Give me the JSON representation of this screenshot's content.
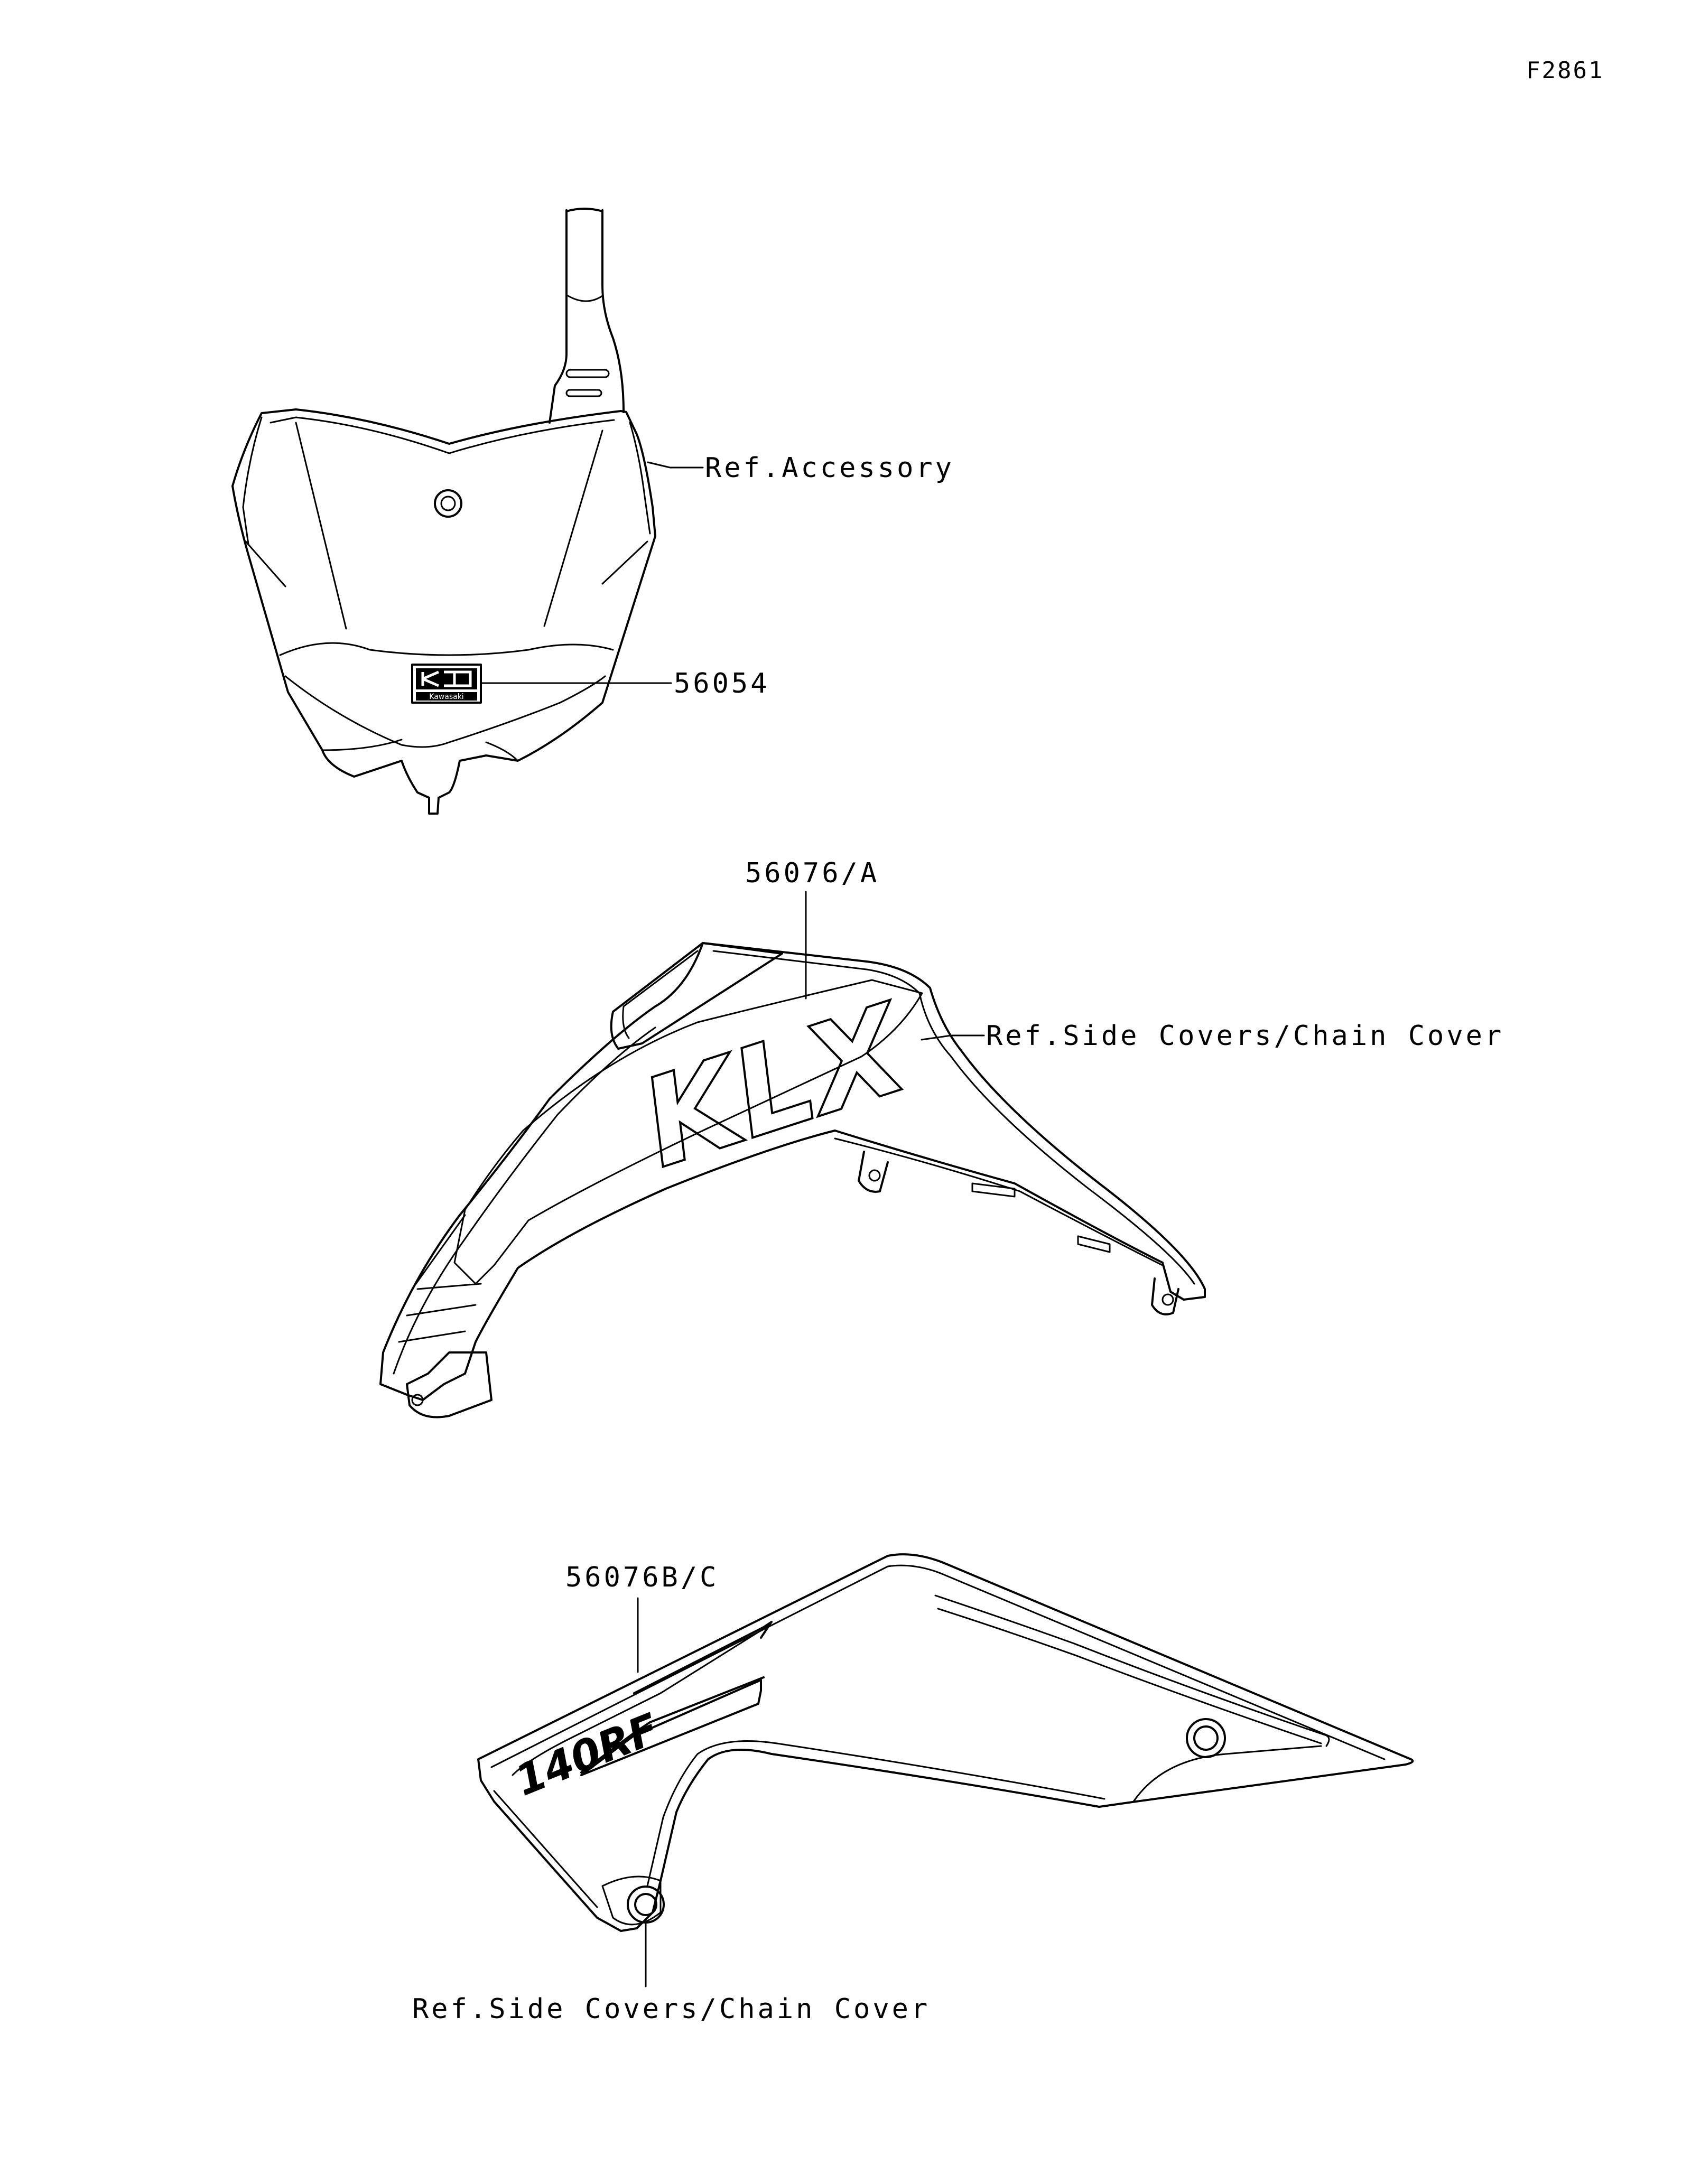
{
  "figure_code": "F2861",
  "callouts": {
    "number_plate_ref": "Ref.Accessory",
    "number_plate_mark": "56054",
    "shroud_mark": "56076/A",
    "shroud_ref": "Ref.Side Covers/Chain Cover",
    "side_cover_mark": "56076B/C",
    "side_cover_ref": "Ref.Side Covers/Chain Cover"
  },
  "decals": {
    "shroud_graphic": "KLX",
    "side_cover_graphic": "140RF",
    "logo_word": "Kawasaki"
  }
}
